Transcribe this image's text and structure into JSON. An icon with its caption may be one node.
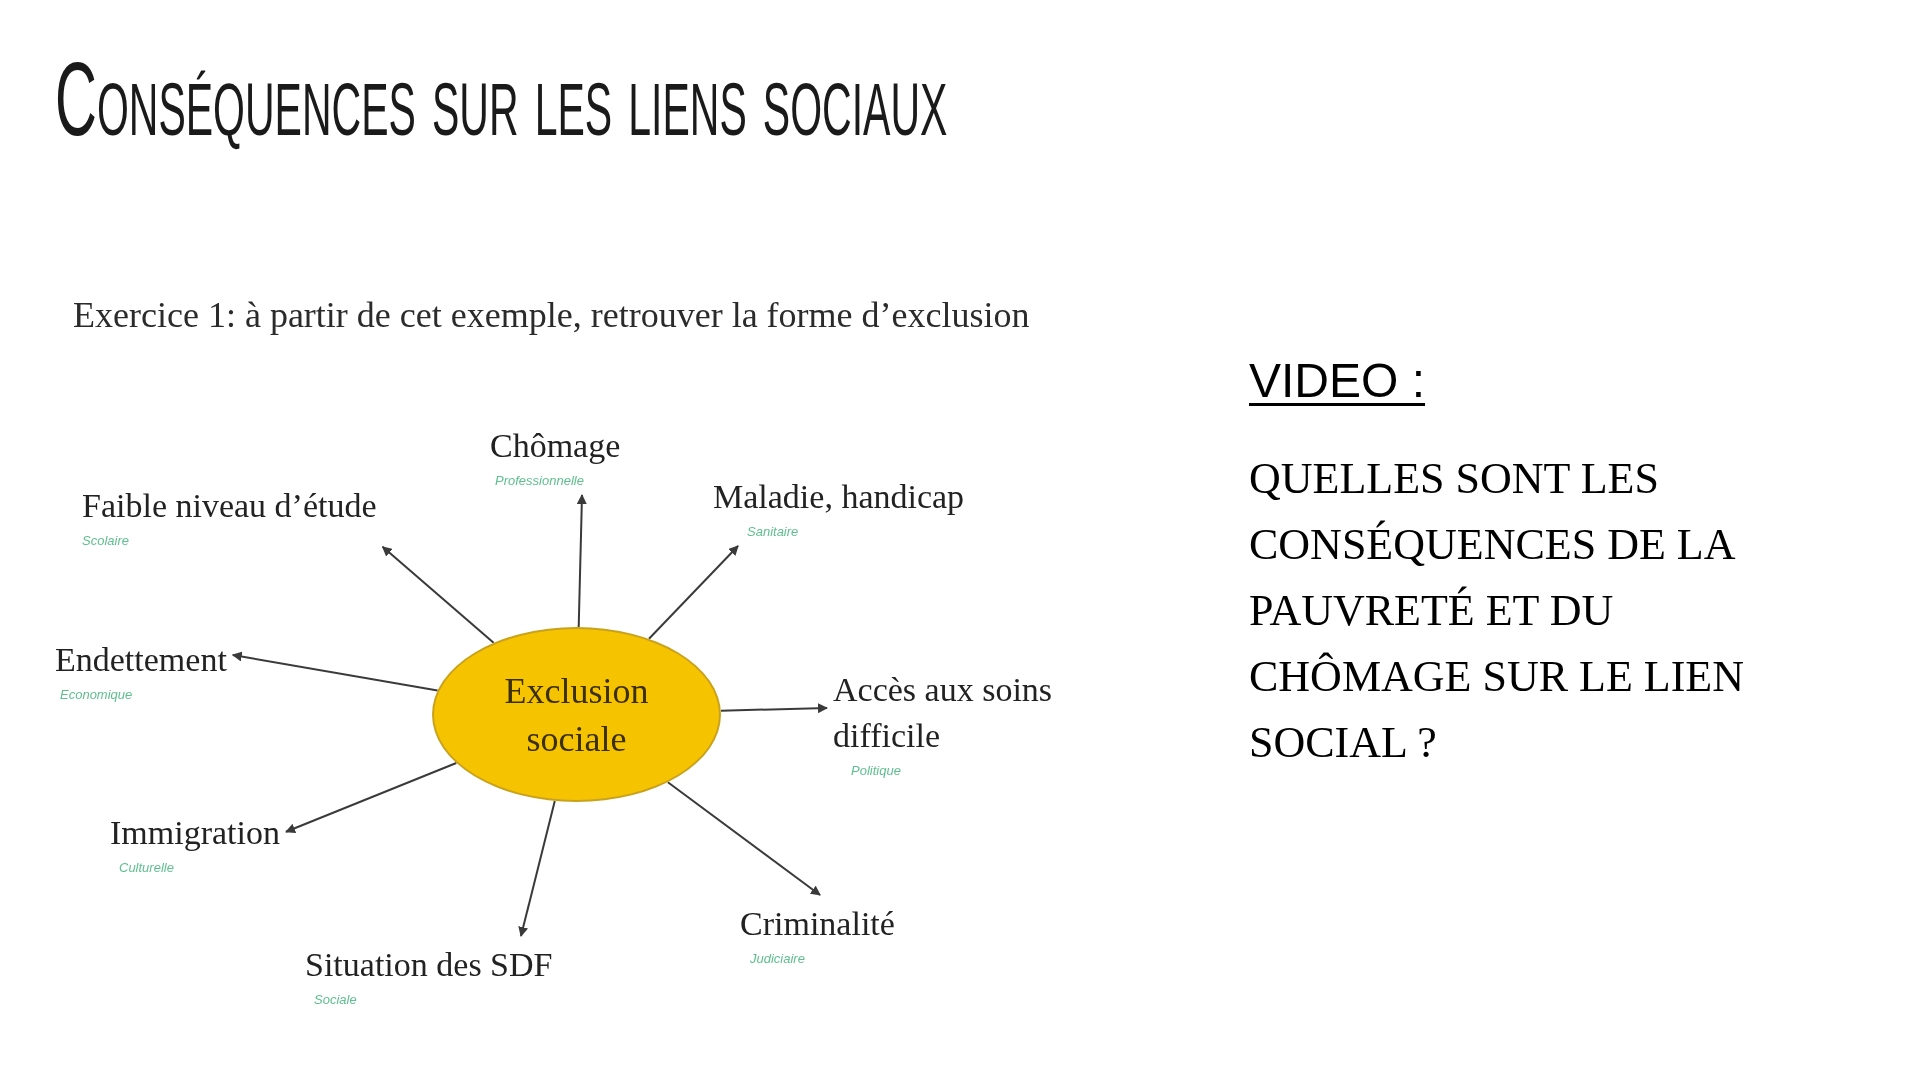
{
  "diagram": {
    "title": "Conséquences sur les liens sociaux",
    "nodes": [
      {
        "text": [
          "Chômage"
        ],
        "beside": [
          "Professionnelle"
        ]
      },
      {
        "text": [
          "Faible niveau d’étude"
        ],
        "beside": [
          "Scolaire"
        ]
      },
      {
        "text": [
          "Maladie, handicap"
        ],
        "beside": [
          "Sanitaire"
        ]
      },
      {
        "text": [
          "Endettement"
        ],
        "beside": [
          "Economique"
        ]
      },
      {
        "text": [
          "Exclusion sociale"
        ]
      },
      {
        "text": [
          "Accès aux soins difficile"
        ],
        "beside": [
          "Politique"
        ]
      },
      {
        "text": [
          "Immigration"
        ],
        "beside": [
          "Culturelle"
        ]
      },
      {
        "text": [
          "Criminalité"
        ],
        "beside": [
          "Judiciaire"
        ]
      },
      {
        "text": [
          "Situation des SDF"
        ],
        "beside": [
          "Sociale"
        ]
      }
    ],
    "edges": [
      {
        "from": 4,
        "to": 0,
        "arrow": "to"
      },
      {
        "from": 4,
        "to": 2,
        "arrow": "to"
      },
      {
        "from": 4,
        "to": 5,
        "arrow": "to"
      },
      {
        "from": 4,
        "to": 7,
        "arrow": "to"
      },
      {
        "from": 4,
        "to": 8,
        "arrow": "to"
      },
      {
        "from": 4,
        "to": 6,
        "arrow": "to"
      },
      {
        "from": 4,
        "to": 3,
        "arrow": "to"
      },
      {
        "from": 4,
        "to": 1,
        "arrow": "to"
      }
    ],
    "labels": [
      "Exercice 1: à partir de cet exemple, retrouver la forme d’exclusion",
      "VIDEO :",
      "QUELLES SONT LES CONSÉQUENCES DE LA PAUVRETÉ ET DU CHÔMAGE SUR LE LIEN SOCIAL ?"
    ]
  }
}
